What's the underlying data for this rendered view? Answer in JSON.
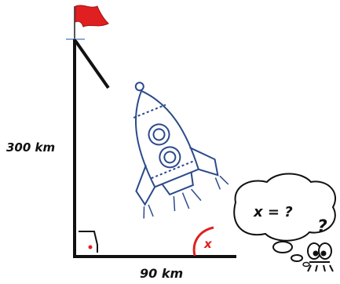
{
  "labels": {
    "vertical_side": "300 km",
    "horizontal_side": "90 km",
    "angle": "x",
    "question": "x = ?",
    "question_mark": "?"
  },
  "colors": {
    "line": "#111111",
    "flag": "#e02020",
    "angle_mark": "#e02020",
    "rocket": "#2b4a8c"
  }
}
